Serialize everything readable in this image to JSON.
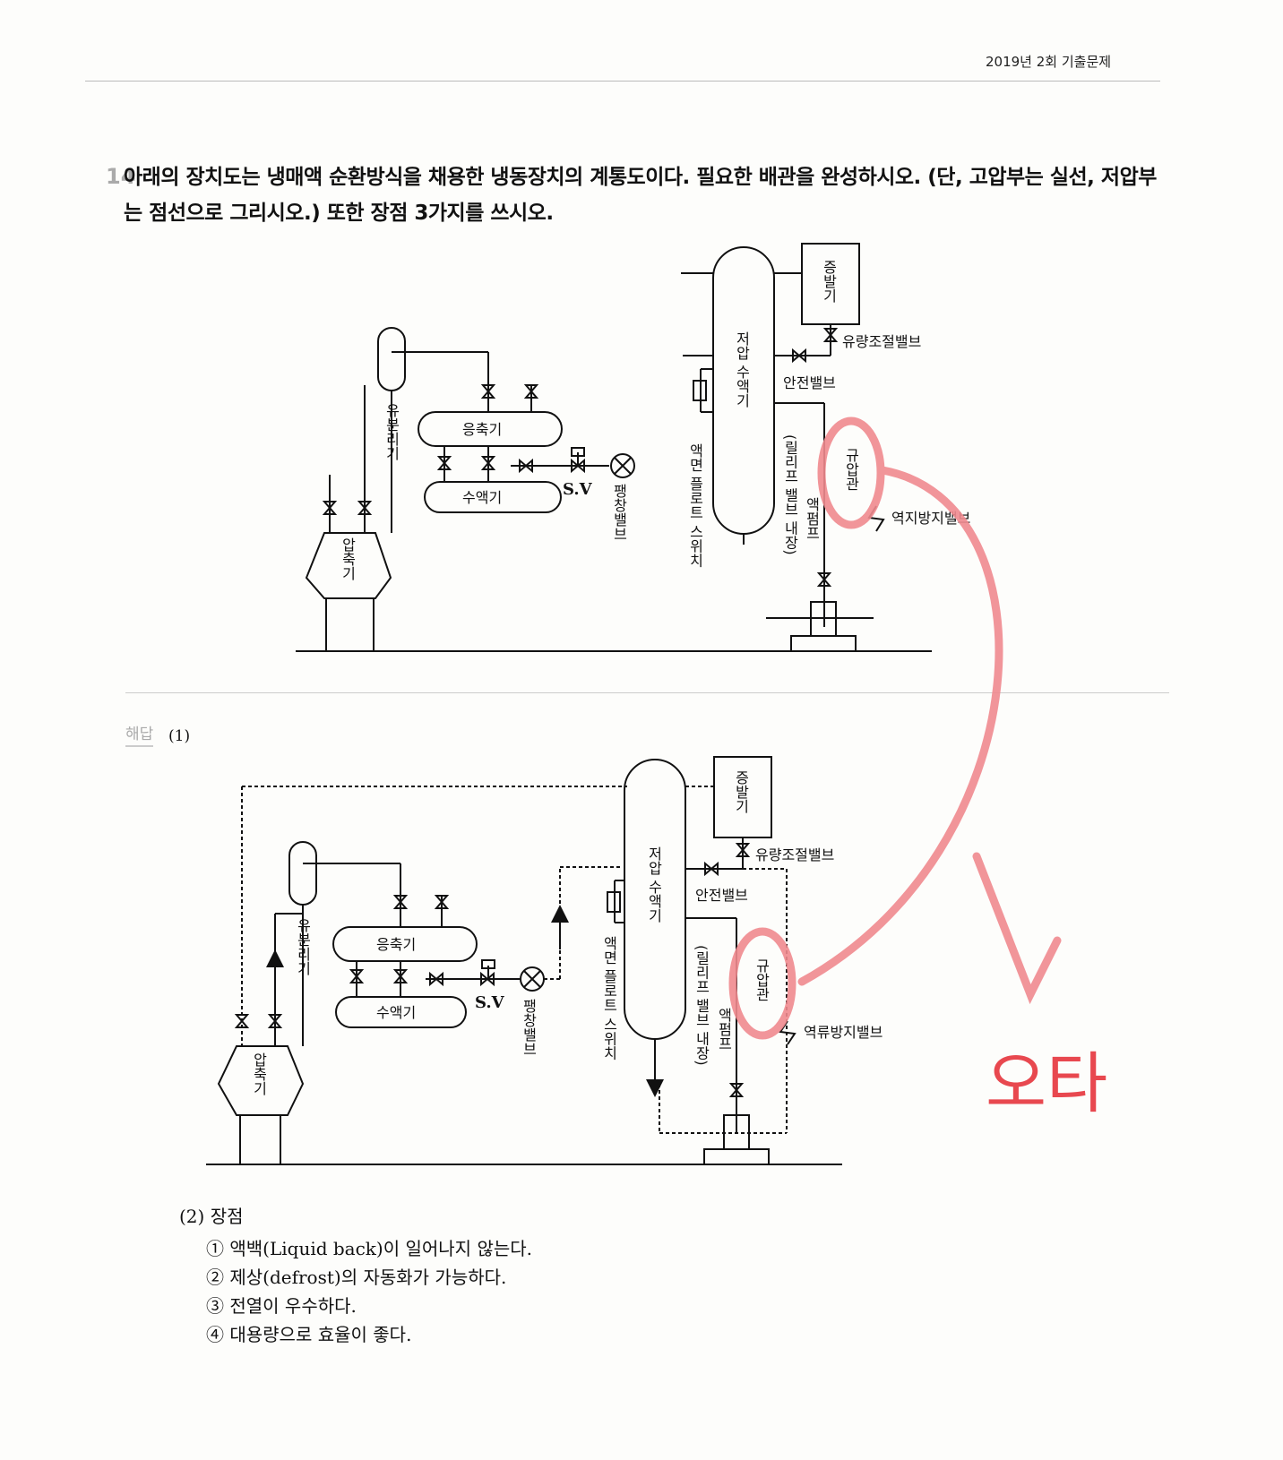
{
  "header": {
    "title": "2019년 2회 기출문제"
  },
  "question": {
    "number": "14",
    "text": "아래의 장치도는 냉매액 순환방식을 채용한 냉동장치의 계통도이다. 필요한 배관을 완성하시오. (단, 고압부는 실선, 저압부는 점선으로 그리시오.) 또한 장점 3가지를 쓰시오."
  },
  "answer": {
    "label": "해답",
    "part1": "(1)"
  },
  "diagram_labels": {
    "evaporator": "증발기",
    "flow_control_valve": "유량조절밸브",
    "low_pressure_receiver": "저압 수액기",
    "safety_valve": "안전밸브",
    "liquid_float_switch": "액면 플로트 스위치",
    "relief_valve_built_in": "(릴리프 밸브 내장)",
    "liquid_pump": "액펌프",
    "pressure_regulating_pipe": "규압관",
    "check_valve_top": "역지방지밸브",
    "check_valve_bottom": "역류방지밸브",
    "oil_separator": "유분리기",
    "condenser": "응축기",
    "receiver": "수액기",
    "solenoid_valve": "S.V",
    "expansion_valve": "팽창밸브",
    "compressor": "압축기"
  },
  "annotation": {
    "text": "오타",
    "color": "#e8484f"
  },
  "advantages": {
    "title": "(2) 장점",
    "items": [
      "① 액백(Liquid back)이 일어나지 않는다.",
      "② 제상(defrost)의 자동화가 가능하다.",
      "③ 전열이 우수하다.",
      "④ 대용량으로 효율이 좋다."
    ]
  }
}
